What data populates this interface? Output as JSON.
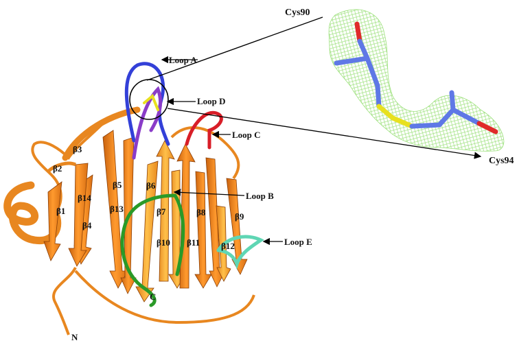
{
  "strands": {
    "b1": "β1",
    "b2": "β2",
    "b3": "β3",
    "b4": "β4",
    "b5": "β5",
    "b6": "β6",
    "b7": "β7",
    "b8": "β8",
    "b9": "β9",
    "b10": "β10",
    "b11": "β11",
    "b12": "β12",
    "b13": "β13",
    "b14": "β14"
  },
  "loops": {
    "a": "Loop A",
    "b": "Loop B",
    "c": "Loop C",
    "d": "Loop D",
    "e": "Loop E"
  },
  "termini": {
    "n": "N",
    "c": "C"
  },
  "residues": {
    "cys90": "Cys90",
    "cys94": "Cys94"
  },
  "colors": {
    "sheet": "#f08a1c",
    "sheet_light": "#ffb347",
    "loop_a": "#3340d8",
    "loop_b": "#2a9a28",
    "loop_c": "#d81e28",
    "loop_d": "#8a3cc8",
    "loop_e": "#5fd6b4",
    "disulfide": "#e8e020",
    "density_mesh": "#9be07a",
    "stick": "#5f78e6",
    "oxygen": "#e02a2a"
  }
}
